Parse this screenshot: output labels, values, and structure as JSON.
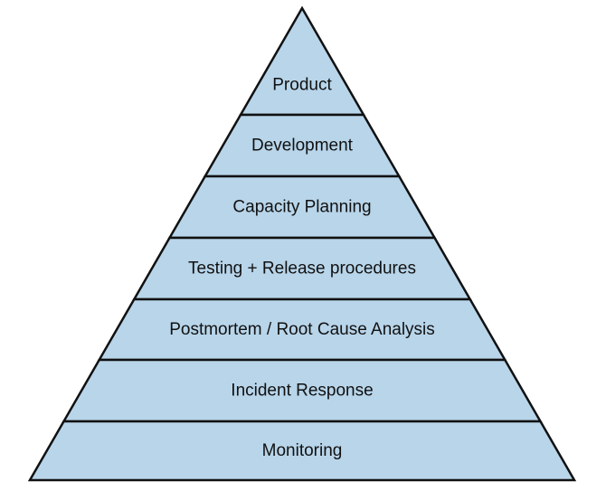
{
  "diagram": {
    "type": "pyramid",
    "fill_color": "#b8d5ea",
    "stroke_color": "#111111",
    "layers_top_to_bottom": [
      "Product",
      "Development",
      "Capacity Planning",
      "Testing + Release procedures",
      "Postmortem / Root Cause Analysis",
      "Incident Response",
      "Monitoring"
    ]
  }
}
